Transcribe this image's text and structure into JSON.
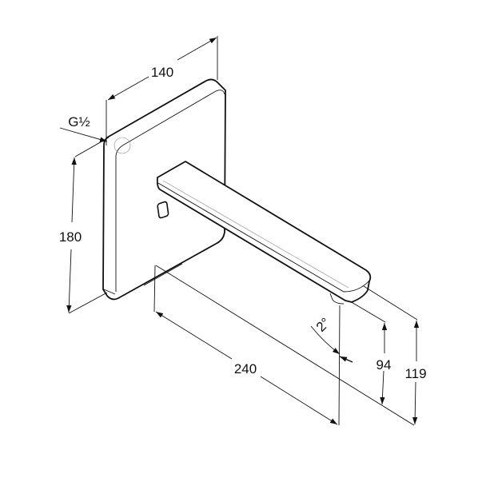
{
  "drawing": {
    "dimensions": {
      "width": "140",
      "thread": "G½",
      "height": "180",
      "projection": "240",
      "outlet_height": "94",
      "total_depth": "119",
      "angle": "2°"
    },
    "colors": {
      "line": "#111111",
      "background": "#ffffff"
    }
  }
}
